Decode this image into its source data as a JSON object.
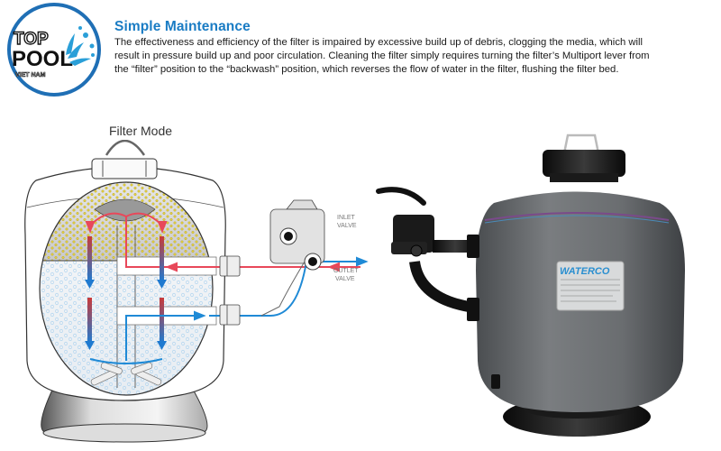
{
  "logo": {
    "line1": "TOP",
    "line2": "POOL",
    "line3": "VIET NAM",
    "ring_color": "#1f6fb5",
    "splash_color": "#2a9fd8"
  },
  "section": {
    "heading": "Simple Maintenance",
    "heading_color": "#1a7cc4",
    "paragraph_lines": [
      "The effectiveness and efficiency of the filter is impaired by excessive build up of debris, clogging the media, which will",
      "result in pressure build up and poor circulation. Cleaning the filter simply requires turning the filter’s Multiport lever from",
      "the “filter” position to the “backwash” position, which reverses the flow of water in the filter, flushing the filter bed."
    ]
  },
  "diagram": {
    "title": "Filter Mode",
    "inlet_label_1": "INLET",
    "inlet_label_2": "VALVE",
    "outlet_label_1": "OUTLET",
    "outlet_label_2": "VALVE",
    "inlet_flow_color": "#e8485a",
    "outlet_flow_color": "#1f8ad6"
  },
  "photo": {
    "brand_label": "WATERCO",
    "tank_color": "#6b6e70",
    "brand_color": "#2a8fd0"
  }
}
